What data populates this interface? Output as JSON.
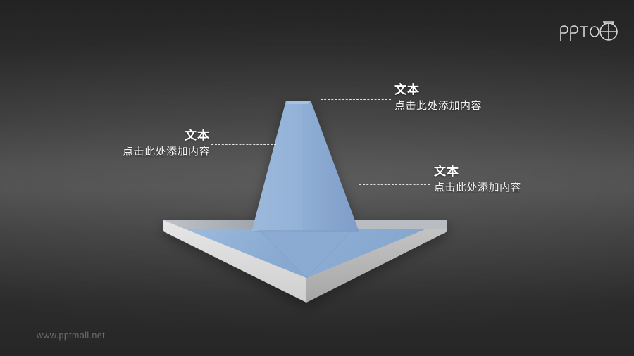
{
  "slide": {
    "background_top_color": "#232323",
    "background_mid_color": "#4c4c4c",
    "background_bottom_color": "#262626"
  },
  "logo": {
    "wordmark": "PPT",
    "letter_o": "O",
    "icon_name": "crossed-circle-with-bar-icon",
    "color": "#d8d8d8"
  },
  "graphic": {
    "name": "3d-down-arrow",
    "fill_light": "#9dbadd",
    "fill_mid": "#8cabd2",
    "fill_dark": "#7e9ec9",
    "side_light": "#dcdcdc",
    "side_mid": "#c3c3c3",
    "side_dark": "#a8a8a8"
  },
  "callouts": [
    {
      "id": "top",
      "title": "文本",
      "description": "点击此处添加内容"
    },
    {
      "id": "left",
      "title": "文本",
      "description": "点击此处添加内容"
    },
    {
      "id": "right",
      "title": "文本",
      "description": "点击此处添加内容"
    }
  ],
  "footer": {
    "watermark": "www.pptmall.net"
  }
}
